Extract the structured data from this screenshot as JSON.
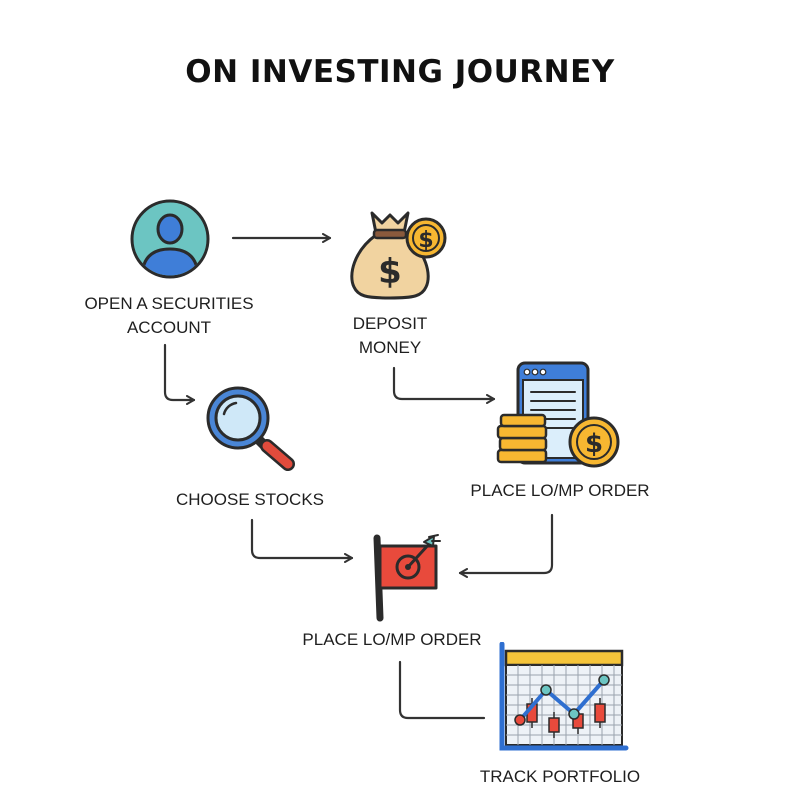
{
  "title": "ON INVESTING JOURNEY",
  "steps": {
    "open_account": {
      "line1": "OPEN A SECURITIES",
      "line2": "ACCOUNT",
      "icon": "user-avatar-icon"
    },
    "deposit_money": {
      "line1": "DEPOSIT",
      "line2": "MONEY",
      "icon": "money-bag-icon"
    },
    "choose_stocks": {
      "label": "CHOOSE STOCKS",
      "icon": "magnifying-glass-icon"
    },
    "place_order_device": {
      "label": "PLACE LO/MP ORDER",
      "icon": "order-document-coins-icon"
    },
    "place_order_flag": {
      "label": "PLACE LO/MP ORDER",
      "icon": "target-flag-icon"
    },
    "track_portfolio": {
      "label": "TRACK PORTFOLIO",
      "icon": "portfolio-chart-icon"
    }
  },
  "icon_glyphs": {
    "dollar": "$"
  },
  "colors": {
    "avatar_teal": "#6cc5c2",
    "avatar_blue": "#3f7ed8",
    "bag_tan": "#f1d3a0",
    "coin_gold": "#f7b731",
    "lens_blue": "#4a86d6",
    "handle_red": "#e04b3c",
    "flag_red": "#e84a3c",
    "chart_yellow": "#f5c43a",
    "chart_blue": "#2f6fd0",
    "line_dark": "#333333"
  }
}
